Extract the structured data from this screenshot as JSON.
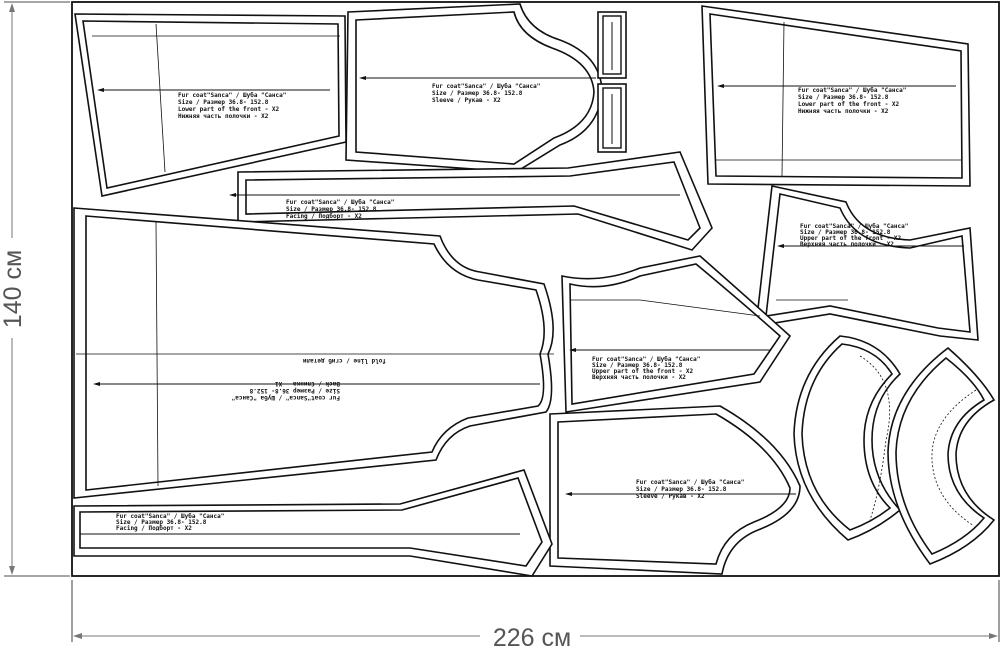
{
  "dimensions": {
    "height_label": "140 см",
    "width_label": "226 см"
  },
  "pieces": {
    "lower_front_left": {
      "line1": "Fur coat\"Sanса\" / Шуба \"Санса\"",
      "line2": "Size / Размер  36.8- 152.8",
      "line3": "Lower part of the front - X2",
      "line4": "Нижняя часть полочки - X2"
    },
    "sleeve_top": {
      "line1": "Fur coat\"Sanса\" / Шуба \"Санса\"",
      "line2": "Size / Размер  36.8- 152.8",
      "line3": "Sleeve / Рукав - X2"
    },
    "lower_front_right": {
      "line1": "Fur coat\"Sanса\" / Шуба \"Санса\"",
      "line2": "Size / Размер  36.8- 152.8",
      "line3": "Lower part of the front - X2",
      "line4": "Нижняя часть полочки - X2"
    },
    "facing_top": {
      "line1": "Fur coat\"Sanса\" / Шуба \"Санса\"",
      "line2": "Size / Размер  36.8- 152.8",
      "line3": "Facing / Подборт - X2"
    },
    "upper_front_right": {
      "line1": "Fur coat\"Sanса\" / Шуба \"Санса\"",
      "line2": "Size / Размер  36.8- 152.8",
      "line3": "Upper part of the front - X2",
      "line4": "Верхняя часть полочки - X2"
    },
    "back": {
      "line1": "Fur coat\"Sanса\" / Шуба \"Санса\"",
      "line2": "Size / Размер  36.8- 152.8",
      "line3": "Back / Спинка - X1",
      "fold": "fold line / сгиб детали"
    },
    "upper_front_mid": {
      "line1": "Fur coat\"Sanса\" / Шуба \"Санса\"",
      "line2": "Size / Размер  36.8- 152.8",
      "line3": "Upper part of the front - X2",
      "line4": "Верхняя часть полочки - X2"
    },
    "sleeve_bottom": {
      "line1": "Fur coat\"Sanса\" / Шуба \"Санса\"",
      "line2": "Size / Размер  36.8- 152.8",
      "line3": "Sleeve / Рукав - X2"
    },
    "facing_bottom": {
      "line1": "Fur coat\"Sanса\" / Шуба \"Санса\"",
      "line2": "Size / Размер  36.8- 152.8",
      "line3": "Facing / Подборт - X2"
    }
  }
}
